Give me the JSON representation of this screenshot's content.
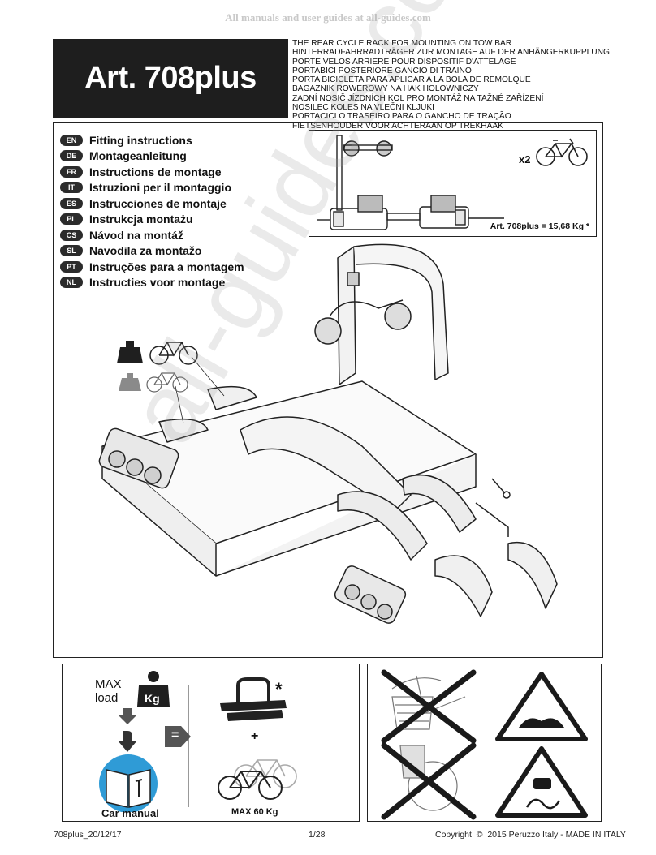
{
  "topnote": "All manuals and user guides at all-guides.com",
  "title": "Art. 708plus",
  "descriptions": [
    "THE REAR CYCLE RACK FOR MOUNTING ON TOW BAR",
    "HINTERRADFAHRRADTRÄGER ZUR MONTAGE AUF DER ANHÄNGERKUPPLUNG",
    "PORTE VELOS ARRIERE POUR DISPOSITIF D'ATTELAGE",
    "PORTABICI POSTERIORE GANCIO DI TRAINO",
    "PORTA BICICLETA PARA APLICAR A LA BOLA DE REMOLQUE",
    "BAGAŻNIK ROWEROWY NA HAK HOLOWNICZY",
    "ZADNÍ NOSIČ JÍZDNÍCH KOL PRO MONTÁŽ NA TAŽNÉ ZAŘÍZENÍ",
    "NOSILEC KOLES NA VLEČNI KLJUKI",
    "PORTACICLO TRASEIRO PARA O GANCHO DE TRAÇÃO",
    "FIETSENHOUDER VOOR ACHTERAAN OP TREKHAAK"
  ],
  "languages": [
    {
      "code": "EN",
      "text": "Fitting instructions"
    },
    {
      "code": "DE",
      "text": "Montageanleitung"
    },
    {
      "code": "FR",
      "text": "Instructions de montage"
    },
    {
      "code": "IT",
      "text": "Istruzioni per il montaggio"
    },
    {
      "code": "ES",
      "text": "Instrucciones de montaje"
    },
    {
      "code": "PL",
      "text": "Instrukcja montażu"
    },
    {
      "code": "CS",
      "text": "Návod na montáž"
    },
    {
      "code": "SL",
      "text": "Navodila za montažo"
    },
    {
      "code": "PT",
      "text": "Instruções para a montagem"
    },
    {
      "code": "NL",
      "text": "Instructies voor montage"
    }
  ],
  "inset": {
    "bike_count": "x2",
    "weight": "Art. 708plus = 15,68 Kg *"
  },
  "watermark": "all-guides.com",
  "load_box": {
    "max_line1": "MAX",
    "max_line2": "load",
    "kg": "Kg",
    "equals": "=",
    "plus": "+",
    "asterisk": "*",
    "car_manual": "Car manual",
    "max_bikes_weight": "MAX 60 Kg"
  },
  "footer": {
    "left": "708plus_20/12/17",
    "center": "1/28",
    "right": "Copyright  ©  2015 Peruzzo Italy - MADE IN ITALY"
  },
  "colors": {
    "title_bg": "#1e1e1e",
    "badge_bg": "#2b2b2b",
    "manual_blue": "#2f9bd6",
    "warning_red": "#222222"
  }
}
